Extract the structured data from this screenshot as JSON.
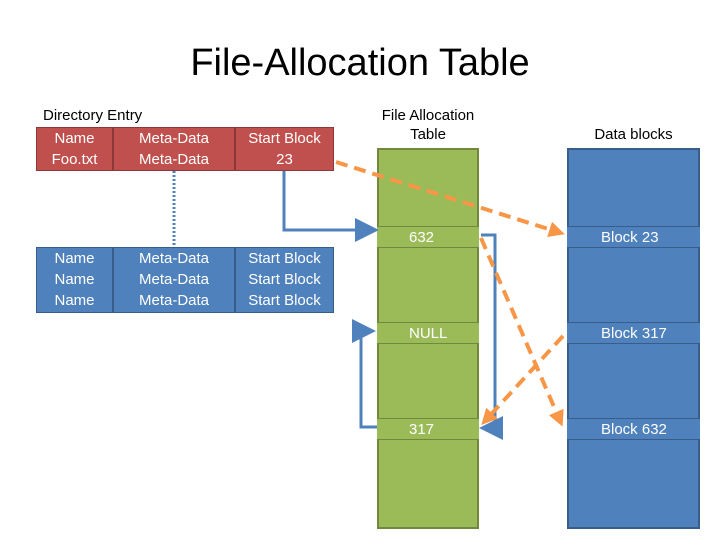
{
  "title": "File-Allocation Table",
  "directory": {
    "heading": "Directory Entry",
    "header": {
      "name": "Name",
      "meta": "Meta-Data"
    },
    "foo_row": {
      "name": "Foo.txt",
      "meta": "Meta-Data"
    },
    "foo_start": {
      "label": "Start Block",
      "value": "23"
    },
    "rows": [
      {
        "name": "Name",
        "meta": "Meta-Data",
        "start": "Start Block"
      },
      {
        "name": "Name",
        "meta": "Meta-Data",
        "start": "Start Block"
      },
      {
        "name": "Name",
        "meta": "Meta-Data",
        "start": "Start Block"
      }
    ]
  },
  "fat": {
    "heading_line1": "File Allocation",
    "heading_line2": "Table",
    "entries": [
      {
        "value": "632"
      },
      {
        "value": "NULL"
      },
      {
        "value": "317"
      }
    ]
  },
  "data_blocks": {
    "heading": "Data blocks",
    "entries": [
      {
        "label": "Block 23"
      },
      {
        "label": "Block 317"
      },
      {
        "label": "Block 632"
      }
    ]
  },
  "colors": {
    "directory_fill": "#c0504d",
    "directory_blue": "#4f81bd",
    "fat_fill": "#9bbb59",
    "data_fill": "#4f81bd",
    "pointer_arrow": "#4f81bd",
    "block_arrow": "#f79646"
  }
}
